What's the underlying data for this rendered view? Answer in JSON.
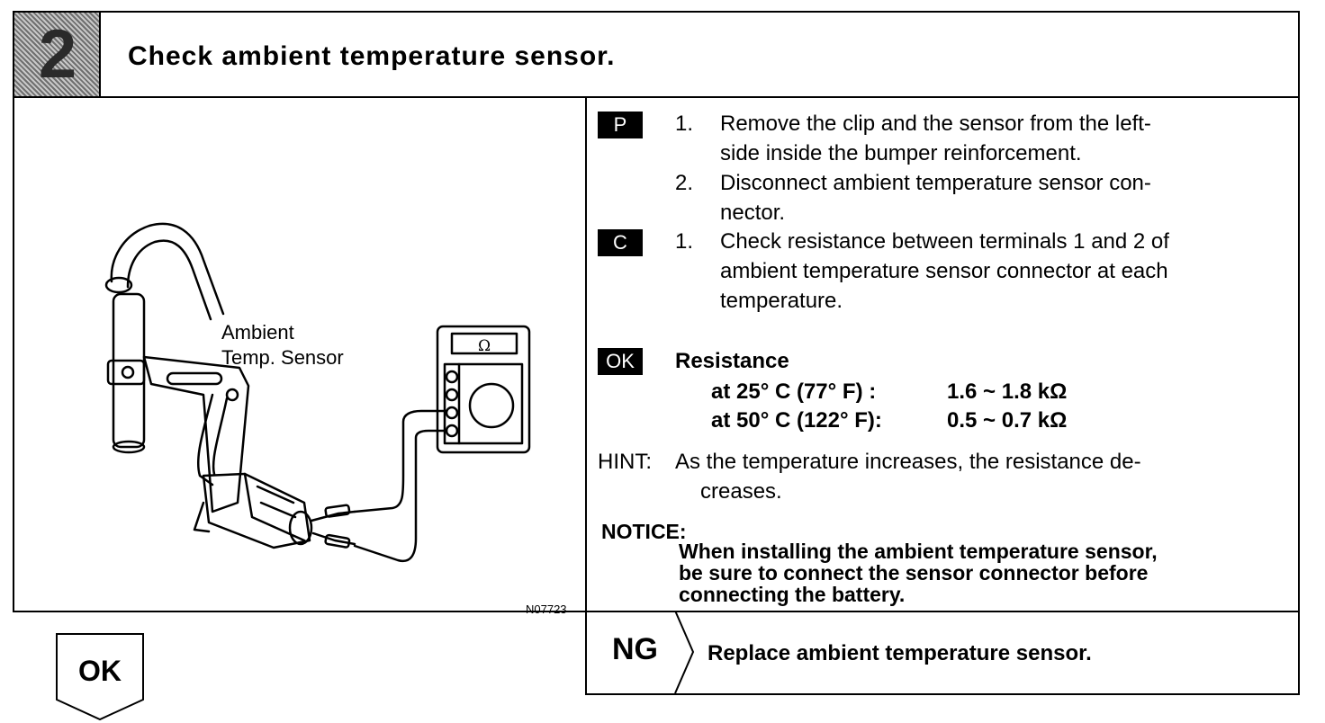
{
  "header": {
    "step_number": "2",
    "title": "Check ambient temperature sensor."
  },
  "illustration": {
    "sensor_label_line1": "Ambient",
    "sensor_label_line2": "Temp. Sensor",
    "meter_symbol": "Ω",
    "figure_code": "N07723"
  },
  "prep": {
    "badge": "P",
    "items": [
      {
        "num": "1.",
        "line1": "Remove the clip and the sensor from the left-",
        "line2": "side inside the bumper reinforcement."
      },
      {
        "num": "2.",
        "line1": "Disconnect ambient temperature sensor con-",
        "line2": "nector."
      }
    ]
  },
  "check": {
    "badge": "C",
    "num": "1.",
    "line1": "Check resistance between terminals 1 and 2 of",
    "line2": "ambient temperature sensor connector at each",
    "line3": "temperature."
  },
  "ok_spec": {
    "badge": "OK",
    "heading": "Resistance",
    "rows": [
      {
        "label": "at 25° C (77° F)  :",
        "value": "1.6 ~ 1.8 kΩ"
      },
      {
        "label": "at 50° C (122° F):",
        "value": "0.5 ~ 0.7 kΩ"
      }
    ]
  },
  "hint": {
    "label": "HINT:",
    "line1": "As the temperature increases, the resistance de-",
    "line2": "creases."
  },
  "notice": {
    "label": "NOTICE:",
    "line1": "When installing the ambient temperature sensor,",
    "line2": "be sure to connect the sensor connector before",
    "line3": "connecting the battery."
  },
  "result_ng": {
    "label": "NG",
    "action": "Replace ambient temperature sensor."
  },
  "result_ok": {
    "label": "OK"
  }
}
